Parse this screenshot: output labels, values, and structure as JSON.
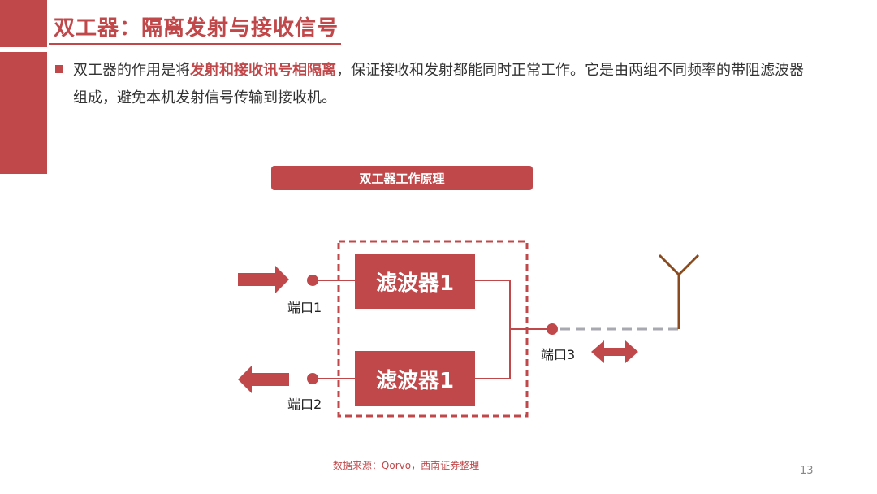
{
  "header": {
    "title": "双工器：隔离发射与接收信号"
  },
  "bullet": {
    "text_before": "双工器的作用是将",
    "highlight": "发射和接收讯号相隔离",
    "text_after": "，保证接收和发射都能同时正常工作。它是由两组不同频率的带阻滤波器组成，避免本机发射信号传输到接收机。"
  },
  "diagram": {
    "title": "双工器工作原理",
    "filter_top": "滤波器1",
    "filter_bottom": "滤波器1",
    "port1": "端口1",
    "port2": "端口2",
    "port3": "端口3"
  },
  "footer": {
    "source": "数据来源：Qorvo，西南证券整理",
    "page_number": "13"
  },
  "colors": {
    "accent": "#c0484a",
    "antenna": "#8b4a1e",
    "dashed_line": "#a8a8b0"
  }
}
